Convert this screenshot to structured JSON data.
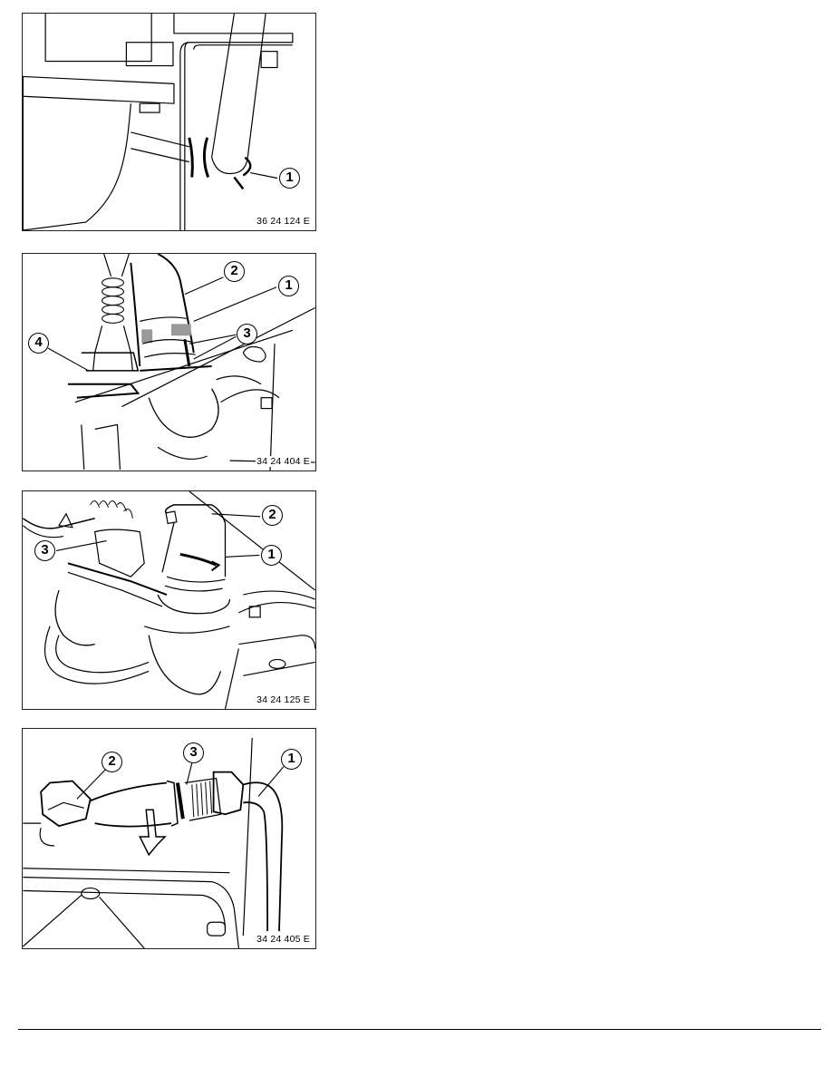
{
  "page": {
    "background": "#ffffff",
    "line_color": "#000000"
  },
  "figures": [
    {
      "code": "36 24 124 E",
      "callouts": [
        {
          "label": "1"
        }
      ]
    },
    {
      "code": "34 24 404 E",
      "callouts": [
        {
          "label": "2"
        },
        {
          "label": "1"
        },
        {
          "label": "3"
        },
        {
          "label": "4"
        }
      ]
    },
    {
      "code": "34 24 125 E",
      "callouts": [
        {
          "label": "2"
        },
        {
          "label": "3"
        },
        {
          "label": "1"
        }
      ]
    },
    {
      "code": "34 24 405 E",
      "callouts": [
        {
          "label": "2"
        },
        {
          "label": "3"
        },
        {
          "label": "1"
        }
      ],
      "arrow": "arrow-down-icon"
    }
  ],
  "footer": {
    "rule": true
  }
}
